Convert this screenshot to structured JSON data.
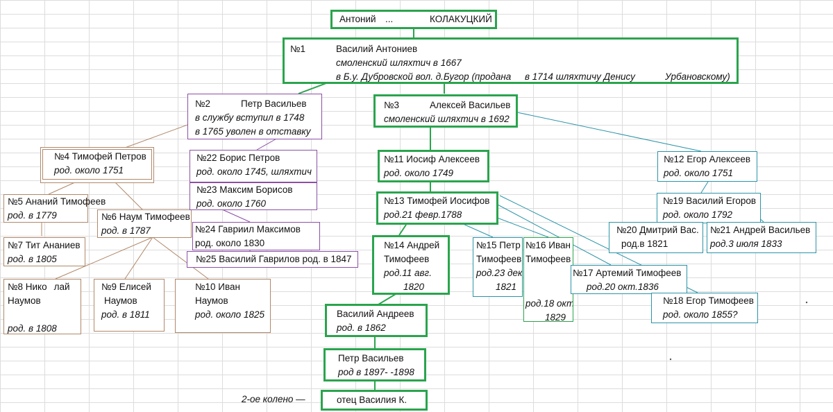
{
  "root": {
    "given": "Антоний",
    "patronymic": "...",
    "surname": "КОЛАКУЦКИЙ"
  },
  "n1": {
    "num": "№1",
    "name": "Василий Антониев",
    "l2": "смоленский шляхтич в 1667",
    "l3a": "в Б.у. Дубровской вол. д.Бугор (продана",
    "l3b": "в 1714 шляхтичу Денису",
    "l3c": "Урбановскому)"
  },
  "n2": {
    "num": "№2",
    "name": "Петр Васильев",
    "l2": "в службу вступил в 1748",
    "l3": "в 1765 уволен в отставку"
  },
  "n3": {
    "num": "№3",
    "name": "Алексей Васильев",
    "l2": "смоленский шляхтич в 1692"
  },
  "n4": {
    "name": "№4 Тимофей Петров",
    "l2": "род. около 1751"
  },
  "n5": {
    "name": "№5 Ананий Тимофеев",
    "l2": "род. в 1779"
  },
  "n6": {
    "name": "№6 Наум Тимофеев",
    "l2": "род. в 1787"
  },
  "n7": {
    "name": "№7 Тит Ананиев",
    "l2": "род. в 1805"
  },
  "n8": {
    "l1a": "№8 Нико",
    "l1b": "лай",
    "l2": "Наумов",
    "l3": "род. в 1808"
  },
  "n9": {
    "name": "№9 Елисей",
    "l2": "Наумов",
    "l3": "род. в 1811"
  },
  "n10": {
    "name": "№10 Иван",
    "l2": "Наумов",
    "l3": "род. около 1825"
  },
  "n22": {
    "name": "№22 Борис Петров",
    "l2": "род. около 1745,  шляхтич"
  },
  "n23": {
    "name": "№23 Максим Борисов",
    "l2": "род. около 1760"
  },
  "n24": {
    "name": "№24 Гавриил Максимов",
    "l2": "род. около 1830"
  },
  "n25": {
    "name": "№25 Василий Гаврилов род. в 1847"
  },
  "n11": {
    "name": "№11 Иосиф Алексеев",
    "l2": "род. около 1749"
  },
  "n12": {
    "name": "№12 Егор Алексеев",
    "l2": "род. около 1751"
  },
  "n13": {
    "name": "№13 Тимофей Иосифов",
    "l2": "род.21 февр.1788"
  },
  "n19": {
    "name": "№19 Василий Егоров",
    "l2": "род. около 1792"
  },
  "n20": {
    "name": "№20 Дмитрий Вас.",
    "l2": "род.в 1821"
  },
  "n21": {
    "name": "№21 Андрей Васильев",
    "l2": "род.3 июля 1833"
  },
  "n14": {
    "name": "№14 Андрей",
    "l2": "Тимофеев",
    "l3": "род.11 авг.",
    "l4": "1820"
  },
  "n15": {
    "name": "№15 Петр",
    "l2": "Тимофеев",
    "l3": "род.23 дек",
    "l4": "1821"
  },
  "n16": {
    "name": "№16 Иван",
    "l2": "Тимофеев",
    "l3": "род.18 окт.",
    "l4": "1829"
  },
  "n17": {
    "name": "№17 Артемий Тимофеев",
    "l2": "род.20 окт.1836"
  },
  "n18": {
    "name": "№18 Егор Тимофеев",
    "l2": "род. около 1855?"
  },
  "va": {
    "name": "Василий Андреев",
    "l2": "род. в 1862"
  },
  "pv": {
    "name": "Петр Васильев",
    "l2": "род в 1897- -1898"
  },
  "father": {
    "name": "отец Василия К."
  },
  "generation_label": "2-ое колено —",
  "colors": {
    "line_main": "#2aa44d",
    "line_teal": "#2b93a8",
    "line_purple": "#8b4fa5",
    "line_brown": "#b08869"
  }
}
